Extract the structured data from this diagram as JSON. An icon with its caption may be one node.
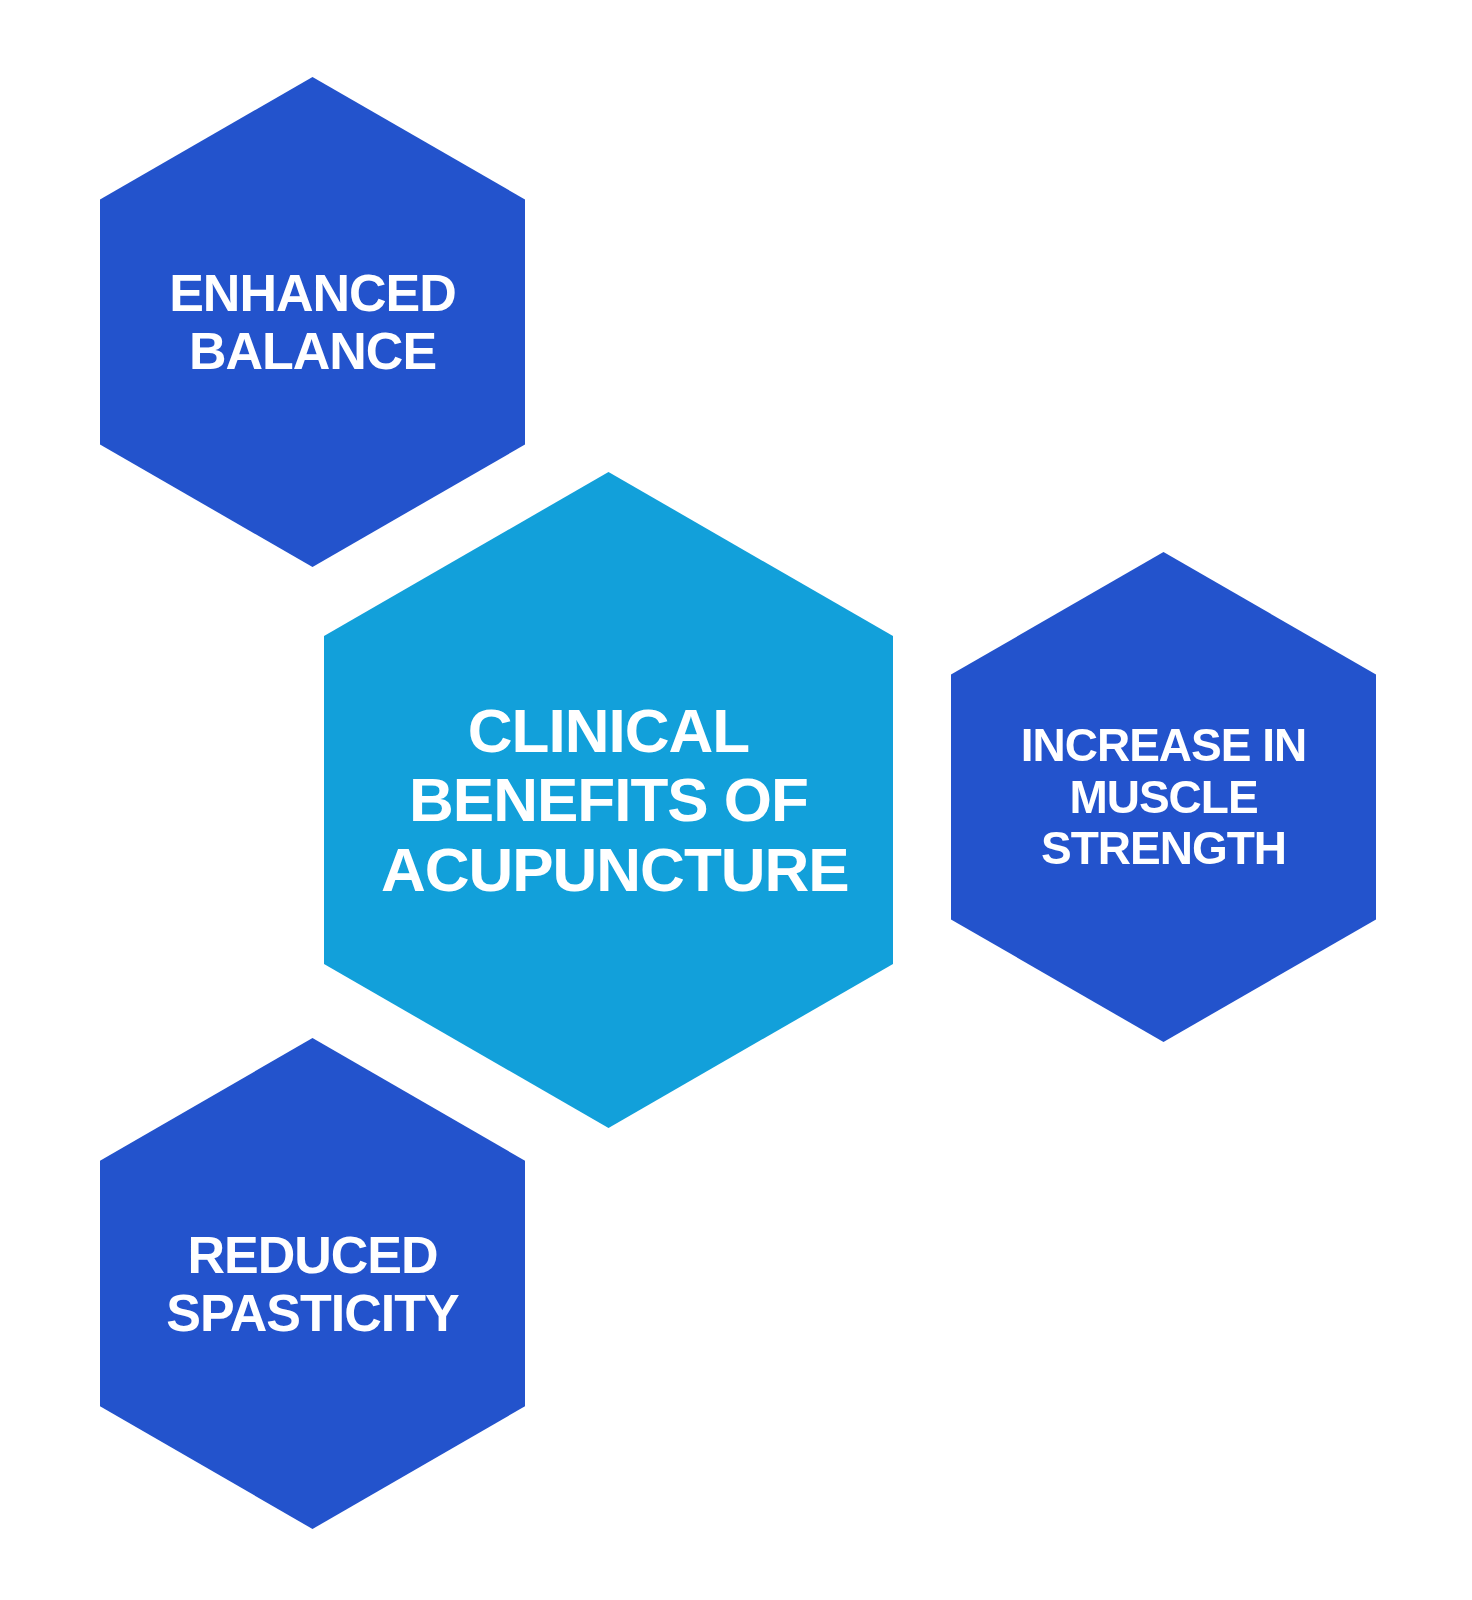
{
  "diagram": {
    "nodes": [
      {
        "text": [
          "ENHANCED BALANCE"
        ]
      },
      {
        "text": [
          "CLINICAL BENEFITS OF ACUPUNCTURE"
        ]
      },
      {
        "text": [
          "INCREASE IN MUSCLE STRENGTH"
        ]
      },
      {
        "text": [
          "REDUCED SPASTICITY"
        ]
      }
    ]
  }
}
